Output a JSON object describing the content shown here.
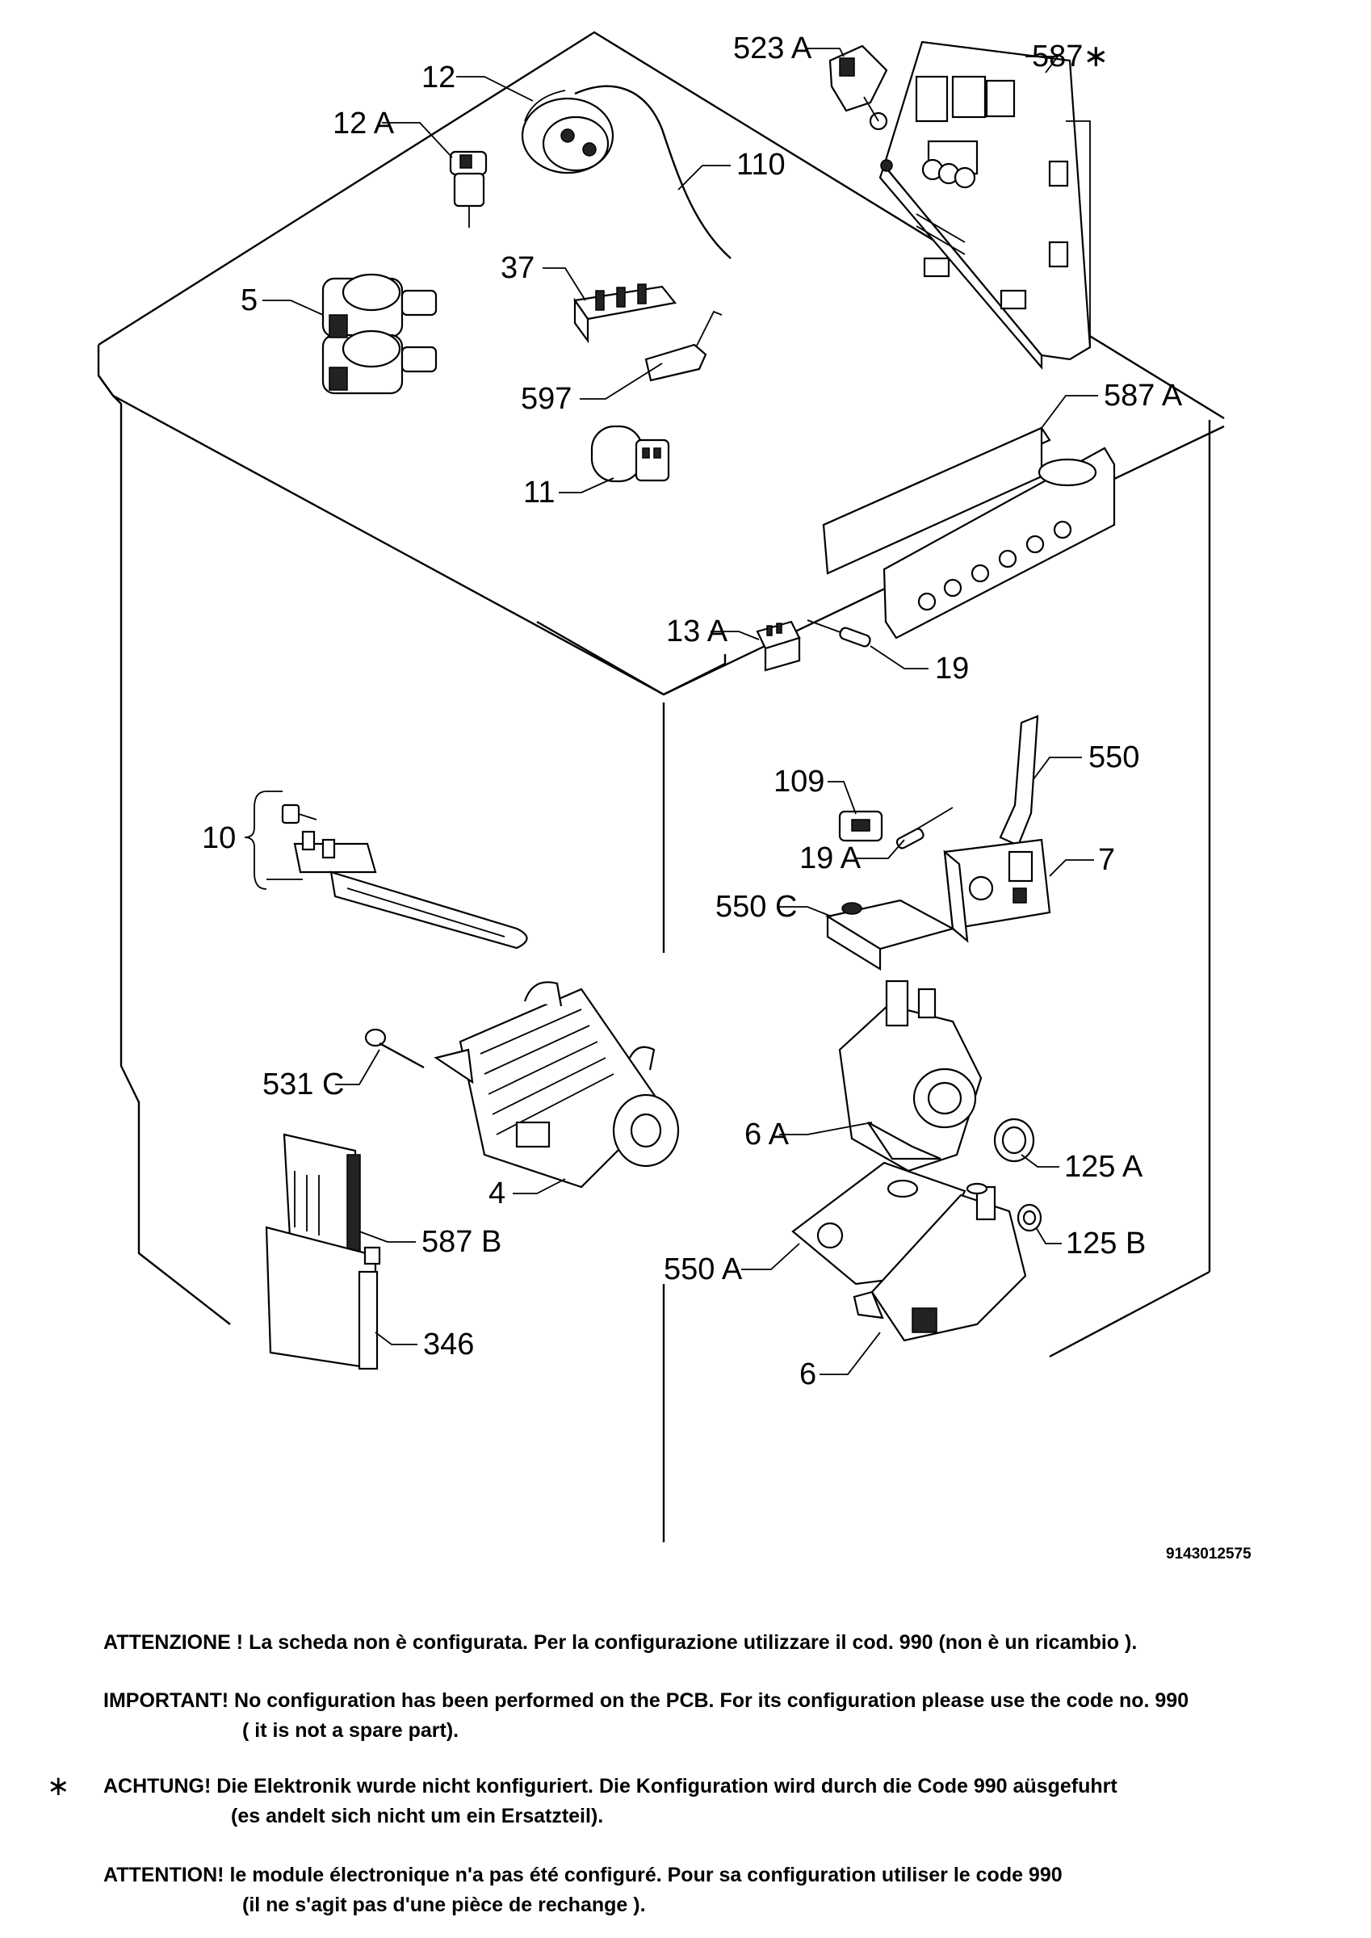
{
  "diagram": {
    "drawing_code": "9143012575",
    "part_labels": {
      "p12": "12",
      "p12a": "12 A",
      "p110": "110",
      "p523a": "523 A",
      "p587star": "587∗",
      "p5": "5",
      "p37": "37",
      "p597": "597",
      "p587a": "587 A",
      "p11": "11",
      "p13a": "13 A",
      "p19": "19",
      "p550": "550",
      "p109": "109",
      "p19a": "19 A",
      "p7": "7",
      "p10": "10",
      "p550c": "550 C",
      "p531c": "531 C",
      "p6a": "6 A",
      "p125a": "125 A",
      "p4": "4",
      "p587b": "587 B",
      "p125b": "125 B",
      "p550a": "550 A",
      "p346": "346",
      "p6": "6"
    }
  },
  "notes": {
    "it": "ATTENZIONE ! La scheda non è configurata. Per la configurazione utilizzare il cod. 990 (non è un ricambio ).",
    "en_1": "IMPORTANT! No configuration has been performed on the PCB. For its configuration please use the code no. 990",
    "en_2": "( it is not a spare part).",
    "de_marker": "∗",
    "de_1": "ACHTUNG! Die Elektronik wurde nicht konfiguriert. Die Konfiguration wird durch die Code 990 aüsgefuhrt",
    "de_2": "(es andelt sich nicht um ein Ersatzteil).",
    "fr_1": "ATTENTION! le module électronique n'a pas été configuré. Pour  sa configuration utiliser le code 990",
    "fr_2": "(il ne s'agit pas d'une pièce de rechange )."
  }
}
